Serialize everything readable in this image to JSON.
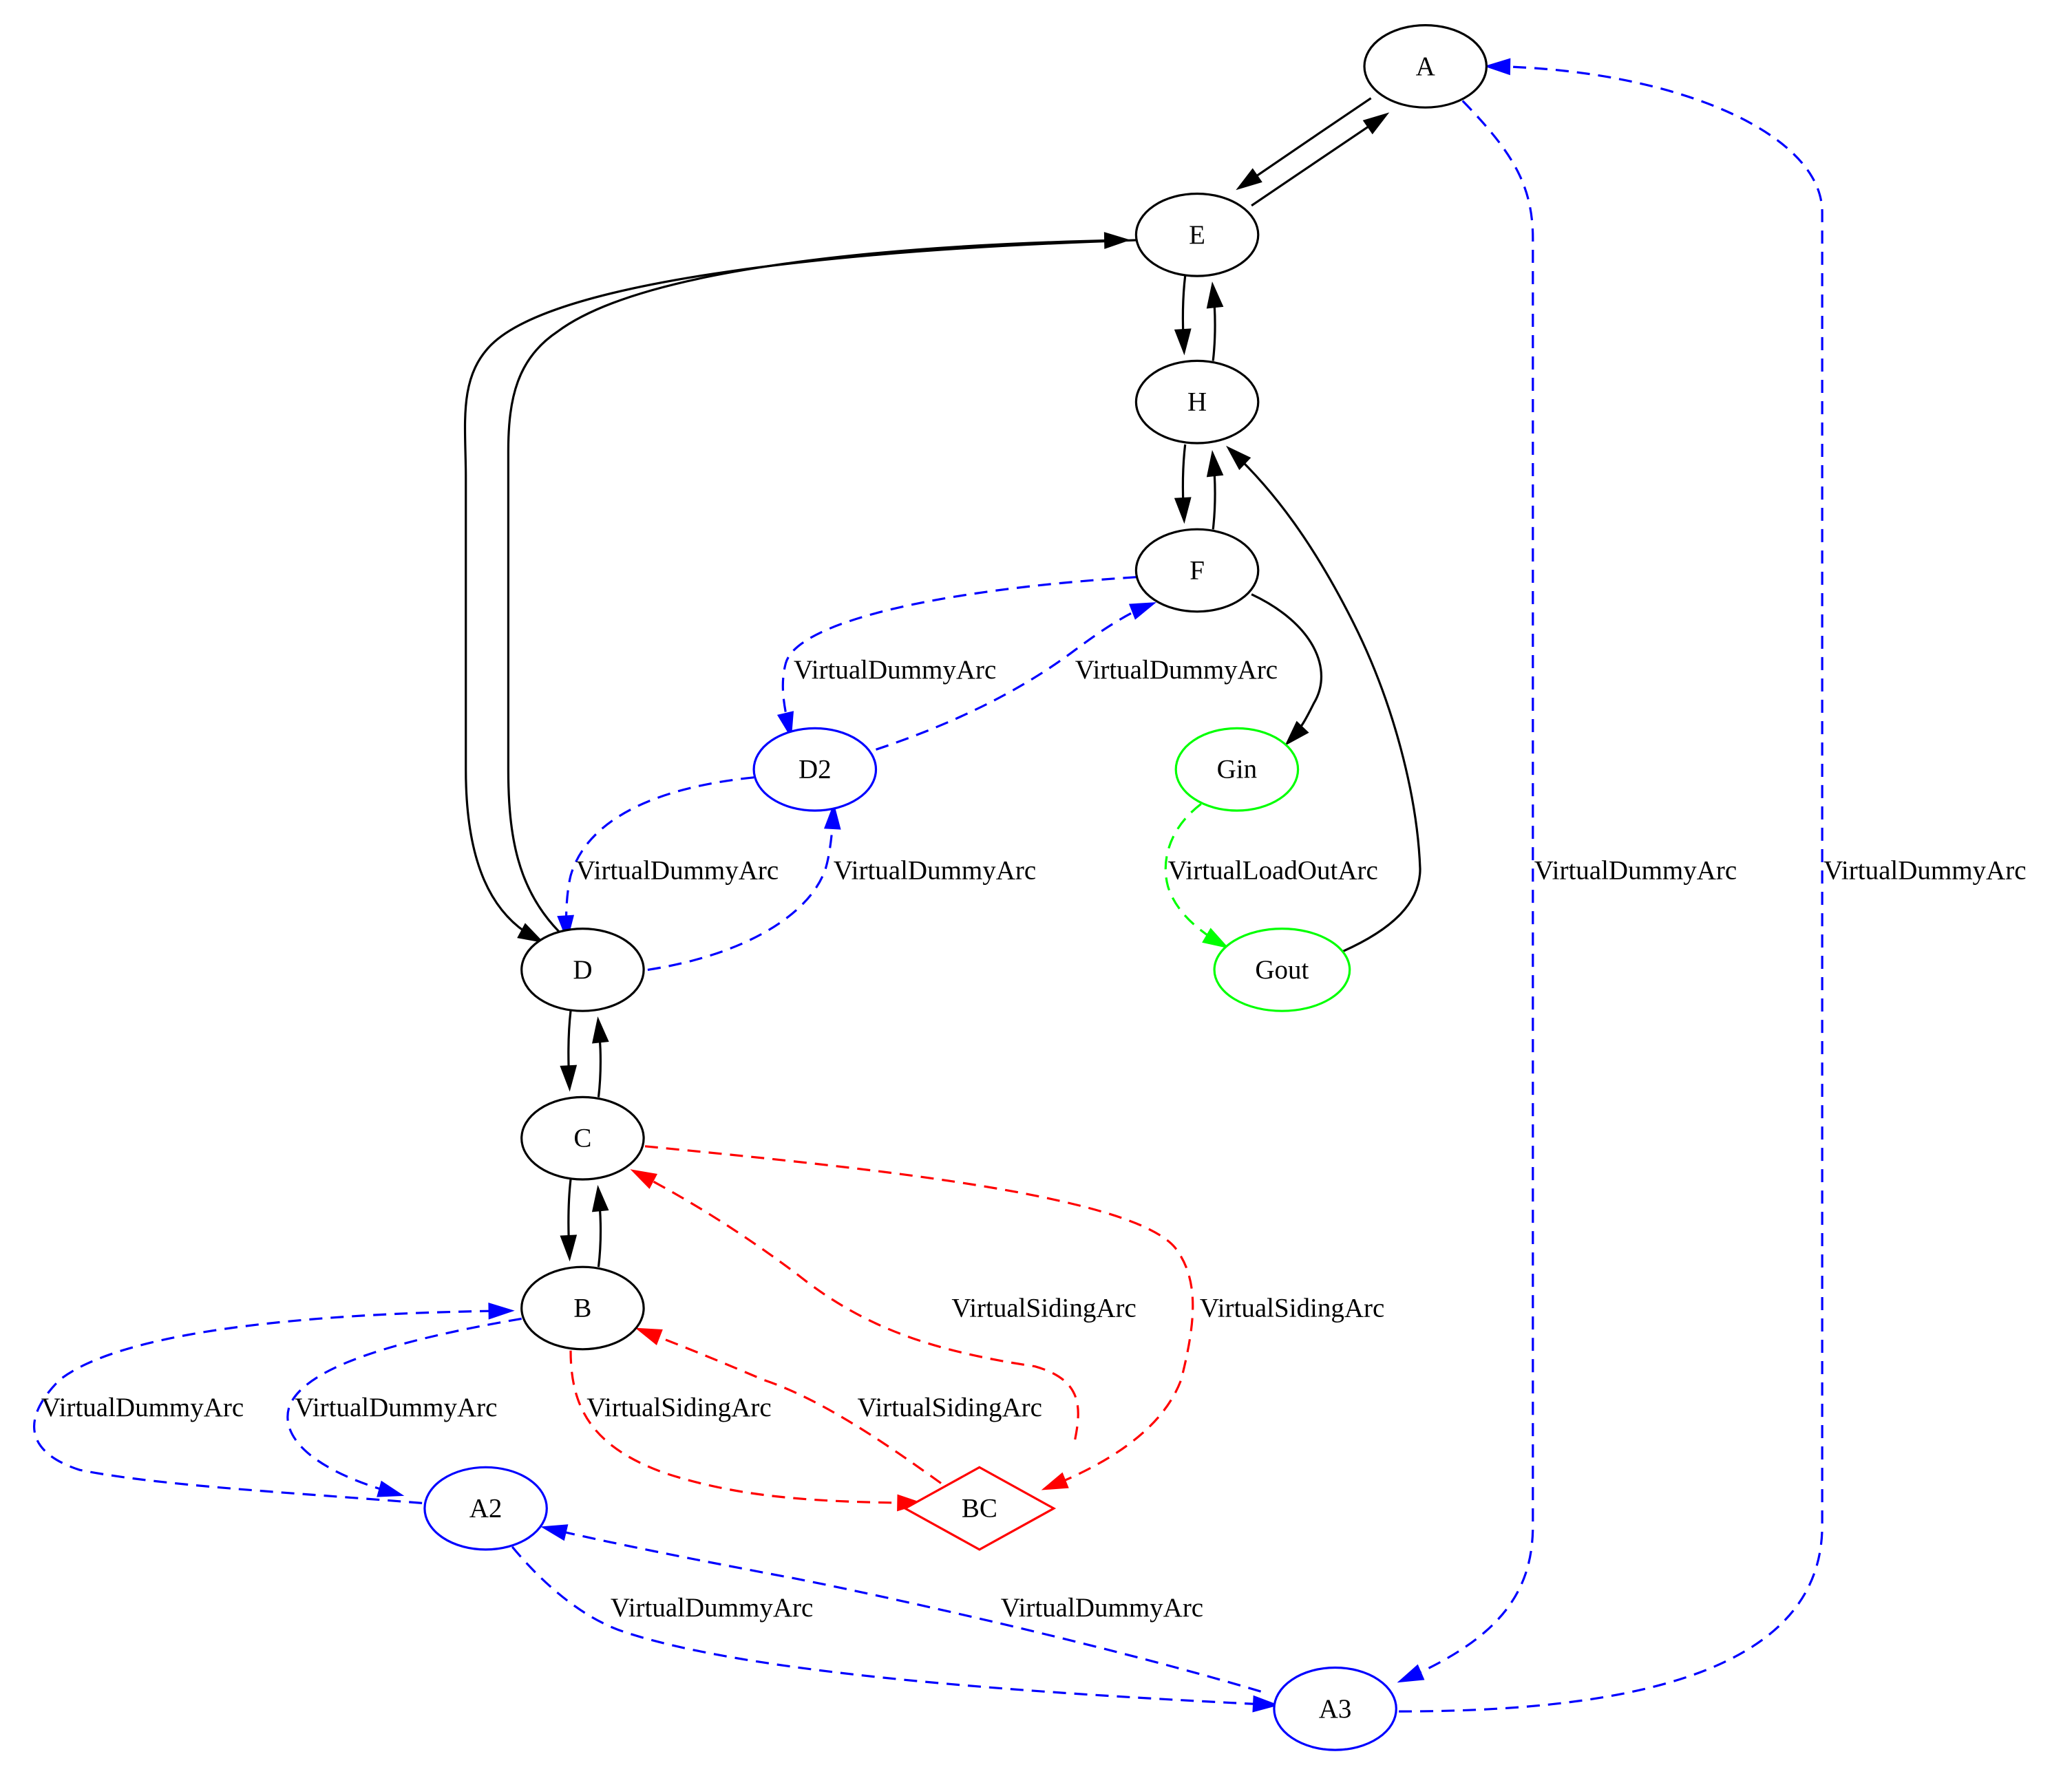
{
  "diagram": {
    "colors": {
      "default": "#000000",
      "dummy": "#0000ff",
      "siding": "#ff0000",
      "loadout": "#00ff00"
    },
    "nodes": [
      {
        "id": "A",
        "label": "A",
        "shape": "ellipse",
        "color": "#000000"
      },
      {
        "id": "E",
        "label": "E",
        "shape": "ellipse",
        "color": "#000000"
      },
      {
        "id": "H",
        "label": "H",
        "shape": "ellipse",
        "color": "#000000"
      },
      {
        "id": "F",
        "label": "F",
        "shape": "ellipse",
        "color": "#000000"
      },
      {
        "id": "D2",
        "label": "D2",
        "shape": "ellipse",
        "color": "#0000ff"
      },
      {
        "id": "Gin",
        "label": "Gin",
        "shape": "ellipse",
        "color": "#00ff00"
      },
      {
        "id": "D",
        "label": "D",
        "shape": "ellipse",
        "color": "#000000"
      },
      {
        "id": "Gout",
        "label": "Gout",
        "shape": "ellipse",
        "color": "#00ff00"
      },
      {
        "id": "C",
        "label": "C",
        "shape": "ellipse",
        "color": "#000000"
      },
      {
        "id": "B",
        "label": "B",
        "shape": "ellipse",
        "color": "#000000"
      },
      {
        "id": "A2",
        "label": "A2",
        "shape": "ellipse",
        "color": "#0000ff"
      },
      {
        "id": "BC",
        "label": "BC",
        "shape": "diamond",
        "color": "#ff0000"
      },
      {
        "id": "A3",
        "label": "A3",
        "shape": "ellipse",
        "color": "#0000ff"
      }
    ],
    "edges": [
      {
        "from": "A",
        "to": "E",
        "style": "solid",
        "color": "#000000",
        "label": ""
      },
      {
        "from": "E",
        "to": "A",
        "style": "solid",
        "color": "#000000",
        "label": ""
      },
      {
        "from": "E",
        "to": "H",
        "style": "solid",
        "color": "#000000",
        "label": ""
      },
      {
        "from": "H",
        "to": "E",
        "style": "solid",
        "color": "#000000",
        "label": ""
      },
      {
        "from": "H",
        "to": "F",
        "style": "solid",
        "color": "#000000",
        "label": ""
      },
      {
        "from": "F",
        "to": "H",
        "style": "solid",
        "color": "#000000",
        "label": ""
      },
      {
        "from": "E",
        "to": "D",
        "style": "solid",
        "color": "#000000",
        "label": ""
      },
      {
        "from": "D",
        "to": "E",
        "style": "solid",
        "color": "#000000",
        "label": ""
      },
      {
        "from": "F",
        "to": "Gin",
        "style": "solid",
        "color": "#000000",
        "label": ""
      },
      {
        "from": "Gout",
        "to": "H",
        "style": "solid",
        "color": "#000000",
        "label": ""
      },
      {
        "from": "D",
        "to": "C",
        "style": "solid",
        "color": "#000000",
        "label": ""
      },
      {
        "from": "C",
        "to": "D",
        "style": "solid",
        "color": "#000000",
        "label": ""
      },
      {
        "from": "C",
        "to": "B",
        "style": "solid",
        "color": "#000000",
        "label": ""
      },
      {
        "from": "B",
        "to": "C",
        "style": "solid",
        "color": "#000000",
        "label": ""
      },
      {
        "from": "F",
        "to": "D2",
        "style": "dashed",
        "color": "#0000ff",
        "label": "VirtualDummyArc"
      },
      {
        "from": "D2",
        "to": "F",
        "style": "dashed",
        "color": "#0000ff",
        "label": "VirtualDummyArc"
      },
      {
        "from": "D2",
        "to": "D",
        "style": "dashed",
        "color": "#0000ff",
        "label": "VirtualDummyArc"
      },
      {
        "from": "D",
        "to": "D2",
        "style": "dashed",
        "color": "#0000ff",
        "label": "VirtualDummyArc"
      },
      {
        "from": "Gin",
        "to": "Gout",
        "style": "dashed",
        "color": "#00ff00",
        "label": "VirtualLoadOutArc"
      },
      {
        "from": "A",
        "to": "A3",
        "style": "dashed",
        "color": "#0000ff",
        "label": "VirtualDummyArc"
      },
      {
        "from": "A3",
        "to": "A",
        "style": "dashed",
        "color": "#0000ff",
        "label": "VirtualDummyArc"
      },
      {
        "from": "C",
        "to": "BC",
        "style": "dashed",
        "color": "#ff0000",
        "label": "VirtualSidingArc"
      },
      {
        "from": "BC",
        "to": "C",
        "style": "dashed",
        "color": "#ff0000",
        "label": "VirtualSidingArc"
      },
      {
        "from": "B",
        "to": "BC",
        "style": "dashed",
        "color": "#ff0000",
        "label": "VirtualSidingArc"
      },
      {
        "from": "BC",
        "to": "B",
        "style": "dashed",
        "color": "#ff0000",
        "label": "VirtualSidingArc"
      },
      {
        "from": "A2",
        "to": "B",
        "style": "dashed",
        "color": "#0000ff",
        "label": "VirtualDummyArc"
      },
      {
        "from": "B",
        "to": "A2",
        "style": "dashed",
        "color": "#0000ff",
        "label": "VirtualDummyArc"
      },
      {
        "from": "A2",
        "to": "A3",
        "style": "dashed",
        "color": "#0000ff",
        "label": "VirtualDummyArc"
      },
      {
        "from": "A3",
        "to": "A2",
        "style": "dashed",
        "color": "#0000ff",
        "label": "VirtualDummyArc"
      }
    ]
  }
}
